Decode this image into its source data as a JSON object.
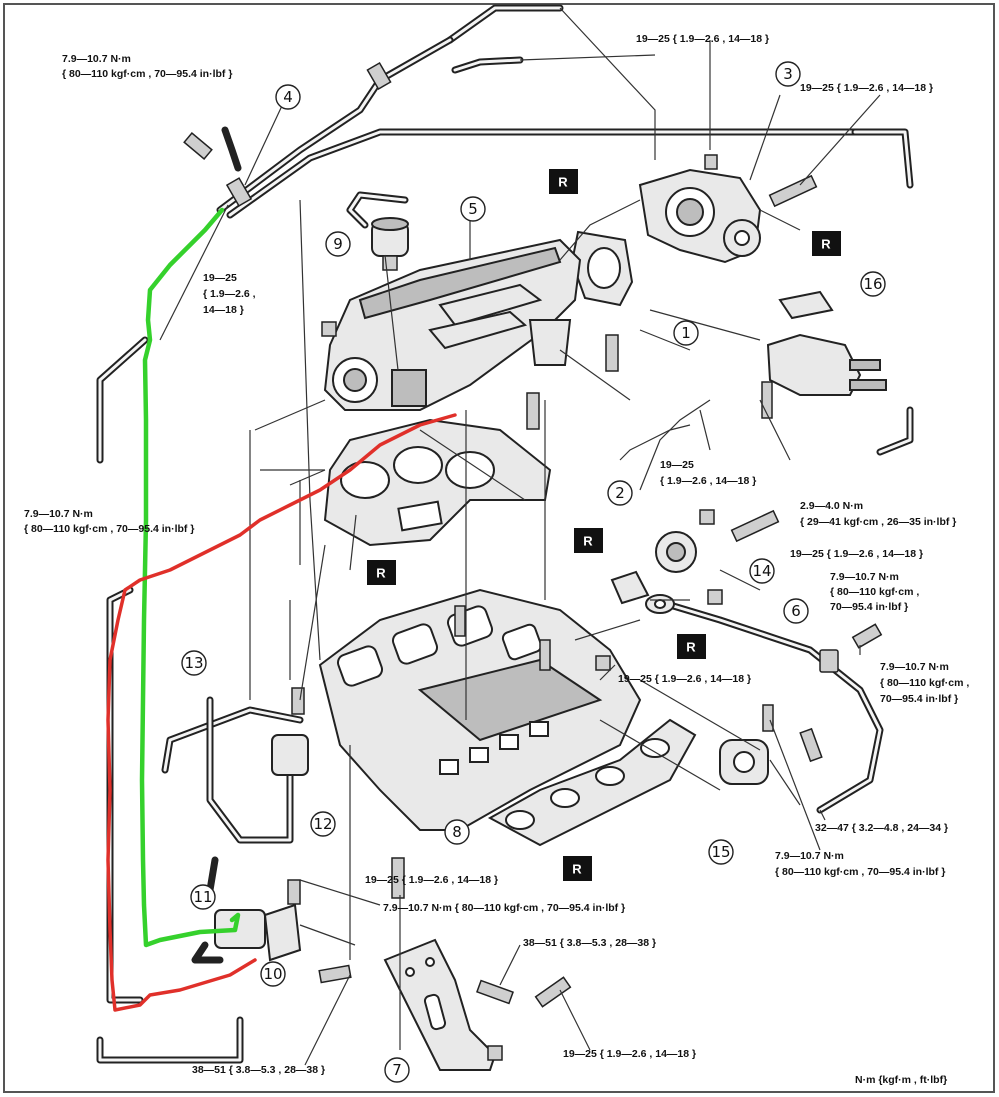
{
  "callouts": [
    "1",
    "2",
    "3",
    "4",
    "5",
    "6",
    "7",
    "8",
    "9",
    "10",
    "11",
    "12",
    "13",
    "14",
    "15",
    "16"
  ],
  "replace_marker": "R",
  "units_note": "N·m {kgf·m , ft·lbf}",
  "torque_specs": {
    "t_4_pipe": [
      "7.9—10.7 N·m",
      "{ 80—110 kgf·cm , 70—95.4 in·lbf }"
    ],
    "t_3_top": "19—25 { 1.9—2.6 , 14—18 }",
    "t_3_right": "19—25 { 1.9—2.6 , 14—18 }",
    "t_9_left": [
      "19—25",
      "{ 1.9—2.6 ,",
      "14—18 }"
    ],
    "t_left_mid": [
      "7.9—10.7 N·m",
      "{ 80—110 kgf·cm , 70—95.4 in·lbf }"
    ],
    "t_2_center": [
      "19—25",
      "{ 1.9—2.6 , 14—18 }"
    ],
    "t_16_bolt": [
      "2.9—4.0 N·m",
      "{ 29—41 kgf·cm , 26—35 in·lbf }"
    ],
    "t_14_bolt": "19—25 { 1.9—2.6 , 14—18 }",
    "t_6_upper": [
      "7.9—10.7 N·m",
      "{ 80—110 kgf·cm ,",
      "70—95.4 in·lbf }"
    ],
    "t_6_right": [
      "7.9—10.7 N·m",
      "{ 80—110 kgf·cm ,",
      "70—95.4 in·lbf }"
    ],
    "t_8_center": "19—25 { 1.9—2.6 , 14—18 }",
    "t_6_fitting": "32—47 { 3.2—4.8 , 24—34 }",
    "t_15_bolt": [
      "7.9—10.7 N·m",
      "{ 80—110 kgf·cm , 70—95.4 in·lbf }"
    ],
    "t_8_bottom": "19—25 { 1.9—2.6 , 14—18 }",
    "t_11_bolt": "7.9—10.7 N·m { 80—110 kgf·cm , 70—95.4 in·lbf }",
    "t_7_upper": "38—51 { 3.8—5.3 , 28—38 }",
    "t_7_right": "19—25 { 1.9—2.6 , 14—18 }",
    "t_7_left": "38—51 { 3.8—5.3 , 28—38 }"
  },
  "colors": {
    "red_hose_marker": "#e0302a",
    "green_hose_marker": "#35d12c",
    "line_art": "#222222",
    "badge": "#111111"
  }
}
